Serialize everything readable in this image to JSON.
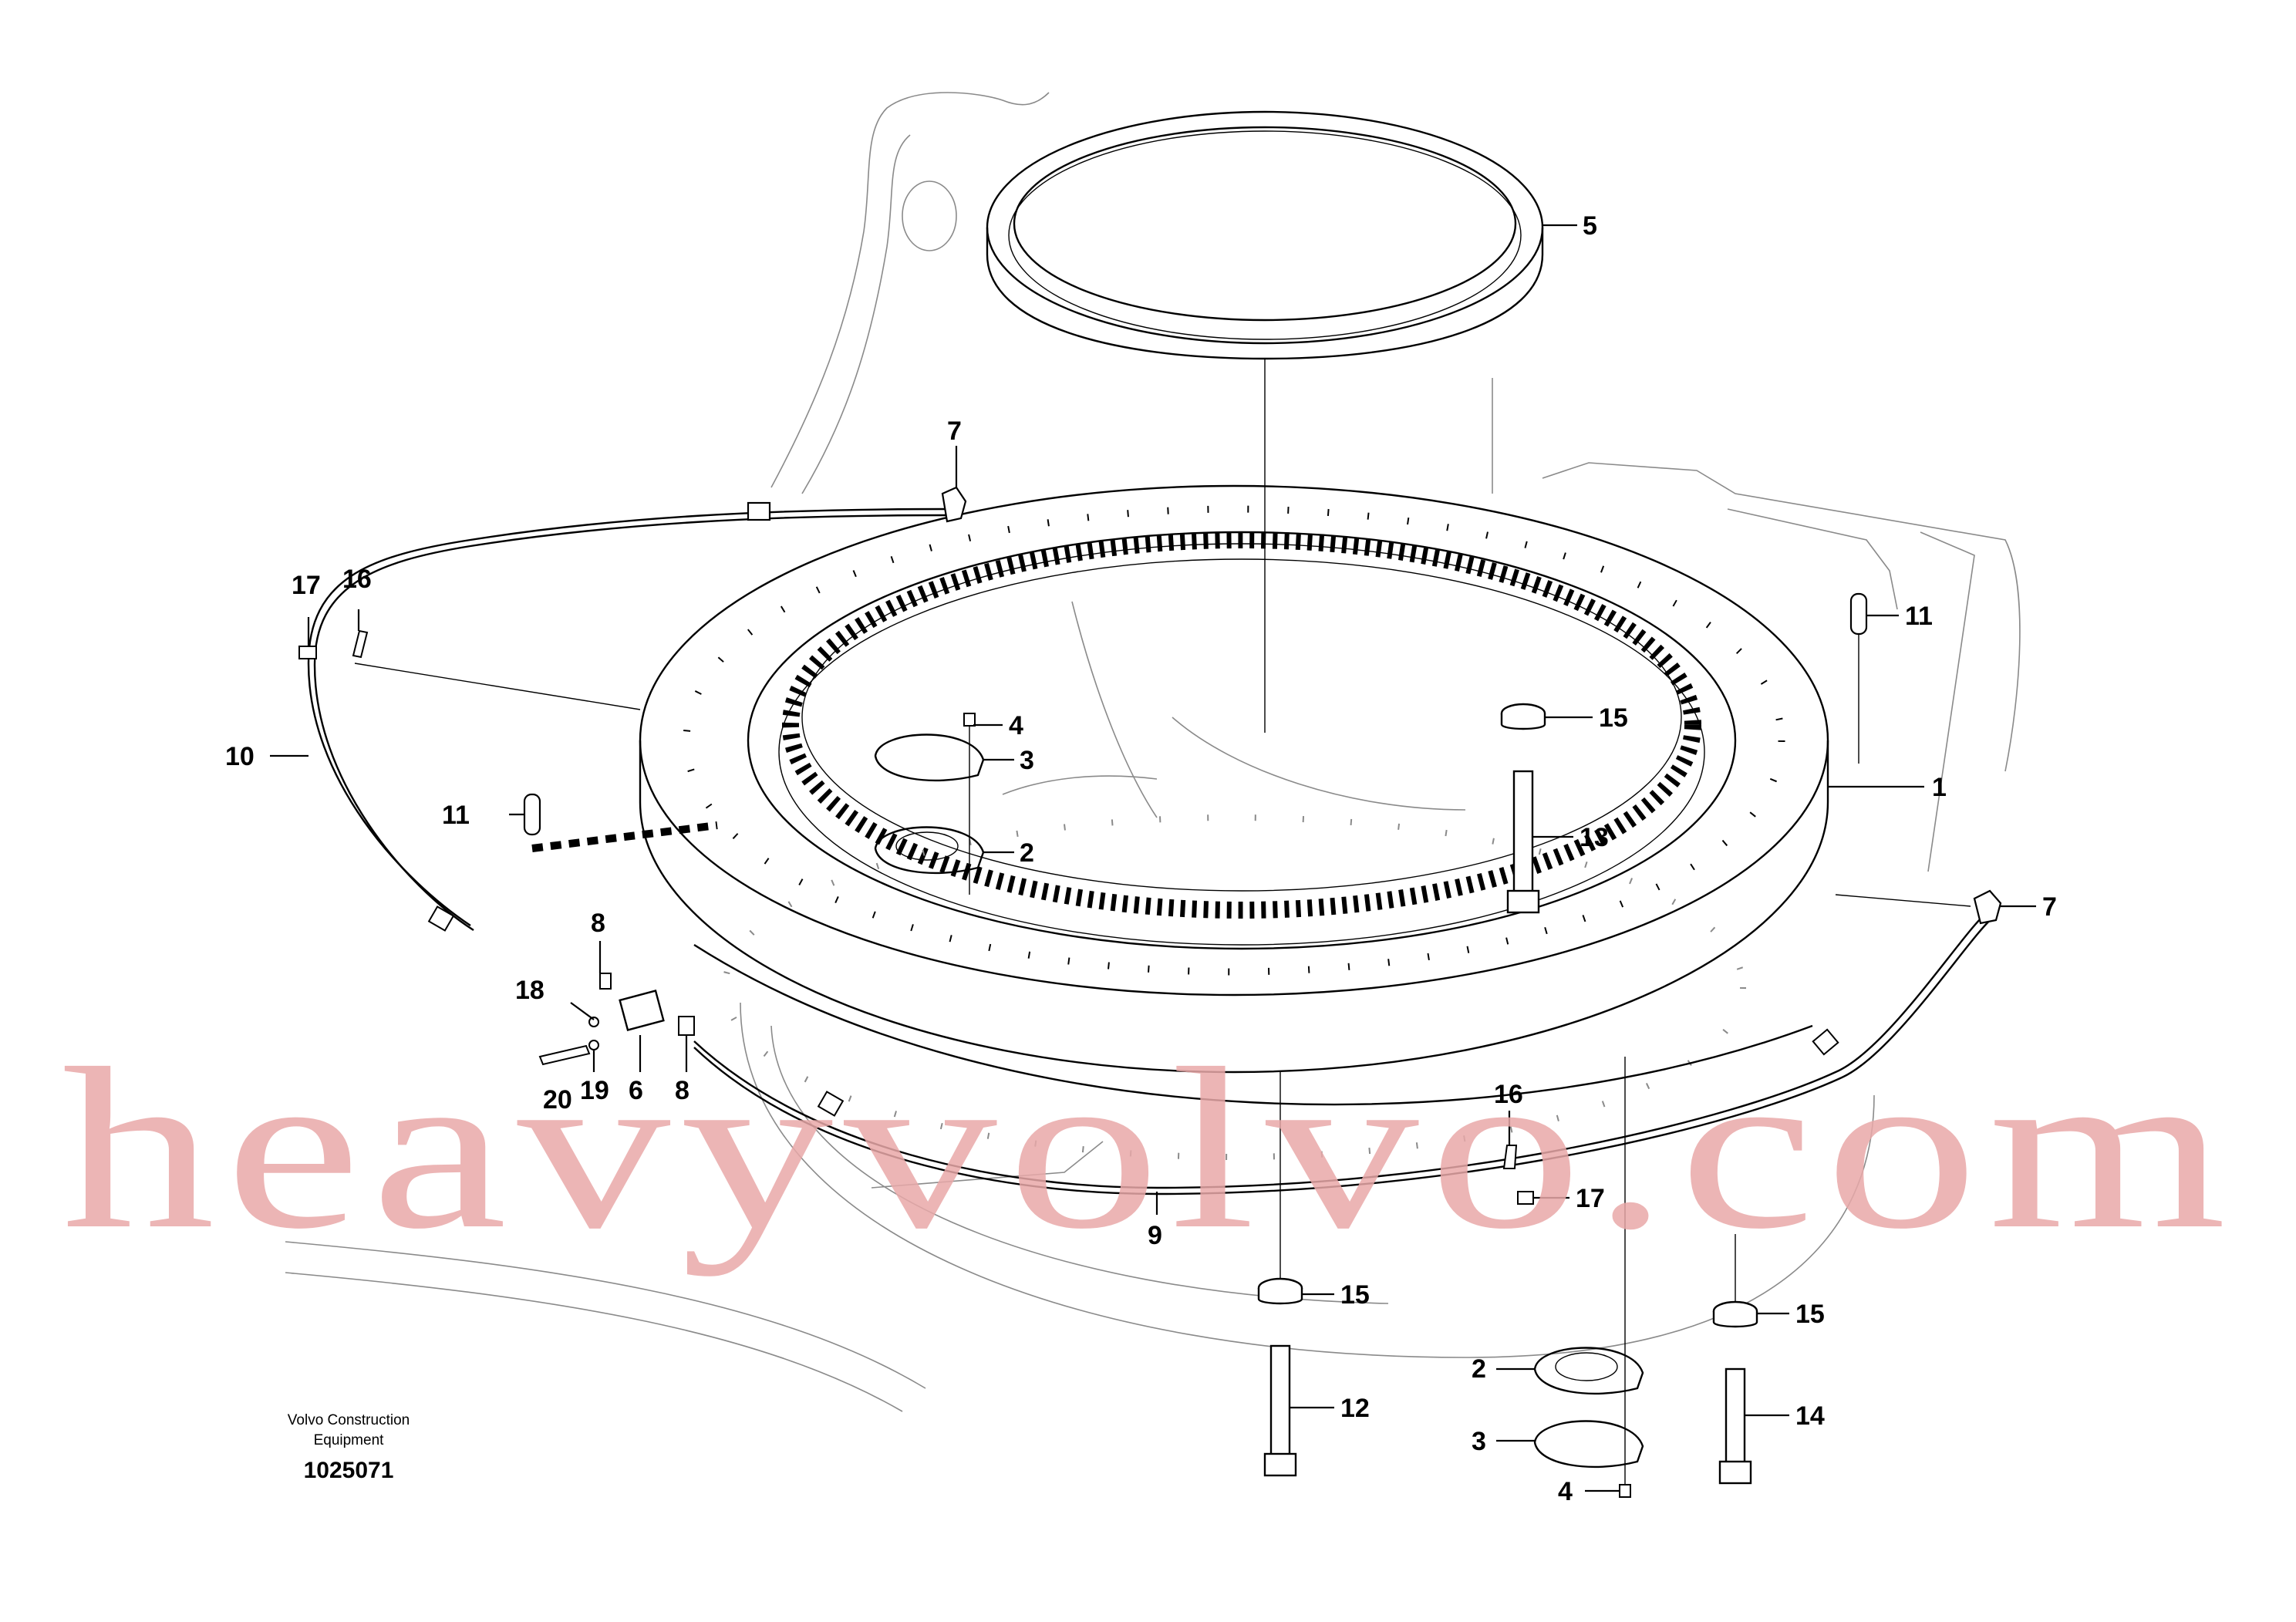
{
  "watermark": "heavyvolvo.com",
  "caption": {
    "line1": "Volvo Construction",
    "line2": "Equipment",
    "figure_number": "1025071"
  },
  "callouts": {
    "c1": "1",
    "c2a": "2",
    "c2b": "2",
    "c3a": "3",
    "c3b": "3",
    "c4a": "4",
    "c4b": "4",
    "c5": "5",
    "c6": "6",
    "c7a": "7",
    "c7b": "7",
    "c8a": "8",
    "c8b": "8",
    "c9": "9",
    "c10": "10",
    "c11a": "11",
    "c11b": "11",
    "c12": "12",
    "c13": "13",
    "c14": "14",
    "c15a": "15",
    "c15b": "15",
    "c15c": "15",
    "c16a": "16",
    "c16b": "16",
    "c17a": "17",
    "c17b": "17",
    "c18": "18",
    "c19": "19",
    "c20": "20"
  }
}
